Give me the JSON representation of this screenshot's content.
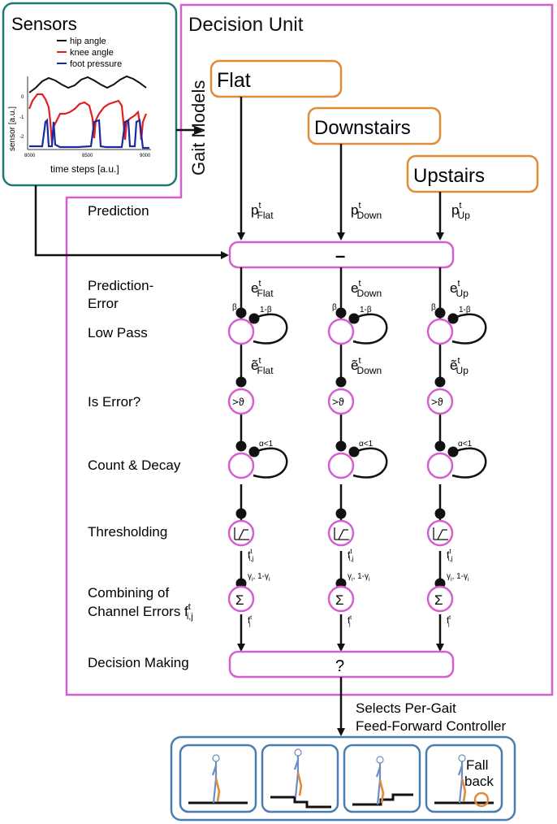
{
  "sensors": {
    "title": "Sensors",
    "legend": [
      "hip angle",
      "knee angle",
      "foot pressure"
    ],
    "series_colors": [
      "#111111",
      "#e02020",
      "#1a2a9a"
    ],
    "ylabel": "sensor [a.u.]",
    "xlabel": "time steps [a.u.]",
    "yticks": [
      "0",
      "-1",
      "-2"
    ],
    "xticks": [
      "8000",
      "8500",
      "9000"
    ]
  },
  "decision_unit": {
    "title": "Decision Unit",
    "gait_models_label": "Gait Models",
    "gaits": [
      "Flat",
      "Downstairs",
      "Upstairs"
    ],
    "prediction_label": "Prediction",
    "predictions": [
      {
        "base": "p",
        "sup": "t",
        "sub": "Flat"
      },
      {
        "base": "p",
        "sup": "t",
        "sub": "Down"
      },
      {
        "base": "p",
        "sup": "t",
        "sub": "Up"
      }
    ],
    "minus_symbol": "–",
    "stage_labels": {
      "prediction_error_1": "Prediction-",
      "prediction_error_2": "Error",
      "low_pass": "Low Pass",
      "is_error": "Is Error?",
      "count_decay": "Count & Decay",
      "thresholding": "Thresholding",
      "combining_1": "Combining of",
      "combining_2": "Channel Errors f",
      "combining_sup": "t",
      "combining_sub": "i,j",
      "decision_making": "Decision Making"
    },
    "errors": [
      {
        "base": "e",
        "sup": "t",
        "sub": "Flat"
      },
      {
        "base": "e",
        "sup": "t",
        "sub": "Down"
      },
      {
        "base": "e",
        "sup": "t",
        "sub": "Up"
      }
    ],
    "filtered_errors": [
      {
        "base": "ẽ",
        "sup": "t",
        "sub": "Flat"
      },
      {
        "base": "ẽ",
        "sup": "t",
        "sub": "Down"
      },
      {
        "base": "ẽ",
        "sup": "t",
        "sub": "Up"
      }
    ],
    "beta": "β",
    "one_minus_beta": "1-β",
    "threshold_symbol": ">ϑ",
    "alpha": "α<1",
    "thresh_out": {
      "base": "f",
      "sup": "t",
      "sub": "i,j"
    },
    "gamma": "γ",
    "gamma_sub": "i",
    "one_minus_gamma": ", 1-γ",
    "sum_symbol": "Σ",
    "sum_out": {
      "base": "f",
      "sup": "t",
      "sub": "j"
    },
    "decision_symbol": "?"
  },
  "output": {
    "line1": "Selects Per-Gait",
    "line2": "Feed-Forward Controller",
    "fallback_1": "Fall",
    "fallback_2": "back"
  },
  "colors": {
    "teal": "#1f7a73",
    "magenta": "#d45fcf",
    "orange": "#e08a3a",
    "blue": "#4a7eb0"
  }
}
